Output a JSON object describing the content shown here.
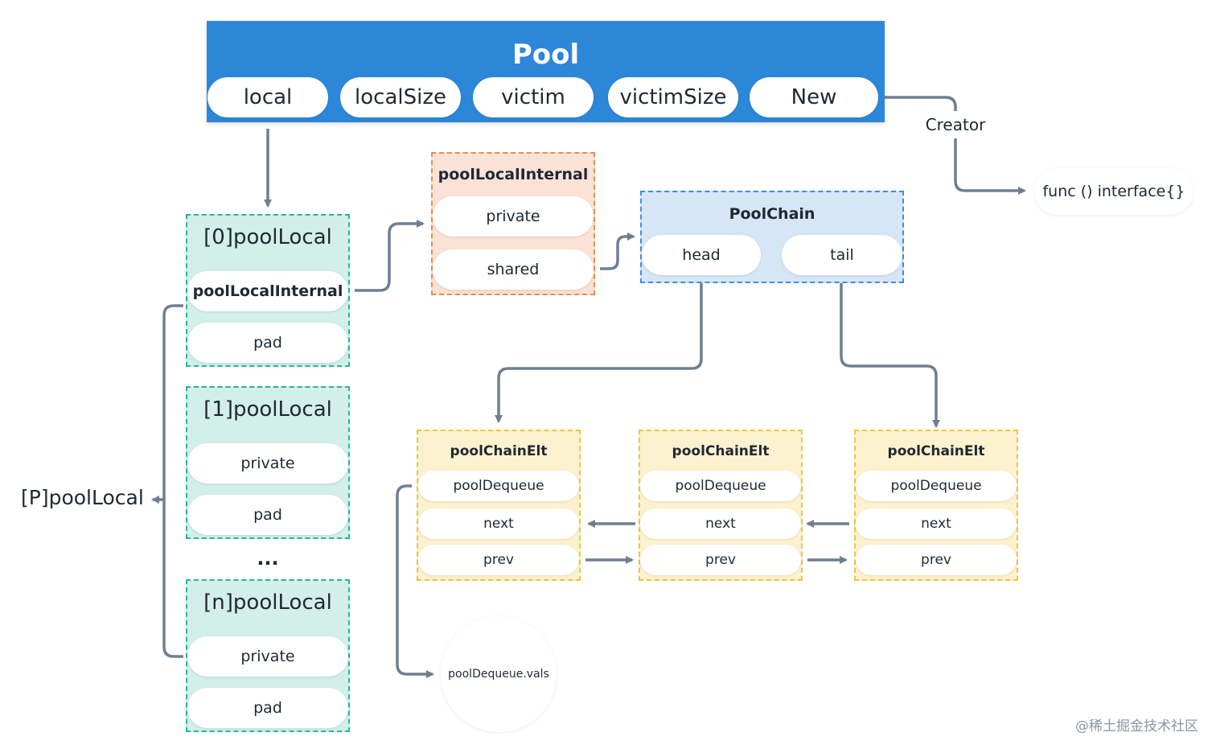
{
  "pool": {
    "title": "Pool",
    "fields": [
      "local",
      "localSize",
      "victim",
      "victimSize",
      "New"
    ]
  },
  "creator_label": "Creator",
  "func_label": "func () interface{}",
  "p_label": "[P]poolLocal",
  "ellipsis": "...",
  "pool_locals": [
    {
      "title": "[0]poolLocal",
      "fields": [
        "poolLocalInternal",
        "pad"
      ]
    },
    {
      "title": "[1]poolLocal",
      "fields": [
        "private",
        "pad"
      ]
    },
    {
      "title": "[n]poolLocal",
      "fields": [
        "private",
        "pad"
      ]
    }
  ],
  "pool_local_internal": {
    "title": "poolLocalInternal",
    "fields": [
      "private",
      "shared"
    ]
  },
  "pool_chain": {
    "title": "PoolChain",
    "fields": [
      "head",
      "tail"
    ]
  },
  "chain_elts": [
    {
      "title": "poolChainElt",
      "fields": [
        "poolDequeue",
        "next",
        "prev"
      ]
    },
    {
      "title": "poolChainElt",
      "fields": [
        "poolDequeue",
        "next",
        "prev"
      ]
    },
    {
      "title": "poolChainElt",
      "fields": [
        "poolDequeue",
        "next",
        "prev"
      ]
    }
  ],
  "dequeue_vals": "poolDequeue.vals",
  "watermark": "@稀土掘金技术社区",
  "colors": {
    "pool_blue": "#2d87d9",
    "pool_local_bg": "#d3efe9",
    "pool_local_border": "#2bb39b",
    "internal_bg": "#fbe2d6",
    "internal_border": "#ee8c4f",
    "chain_bg": "#d7e6f6",
    "chain_border": "#3a8ee0",
    "elt_bg": "#fdf2cf",
    "elt_border": "#efc53a",
    "wire": "#6f7f90"
  }
}
